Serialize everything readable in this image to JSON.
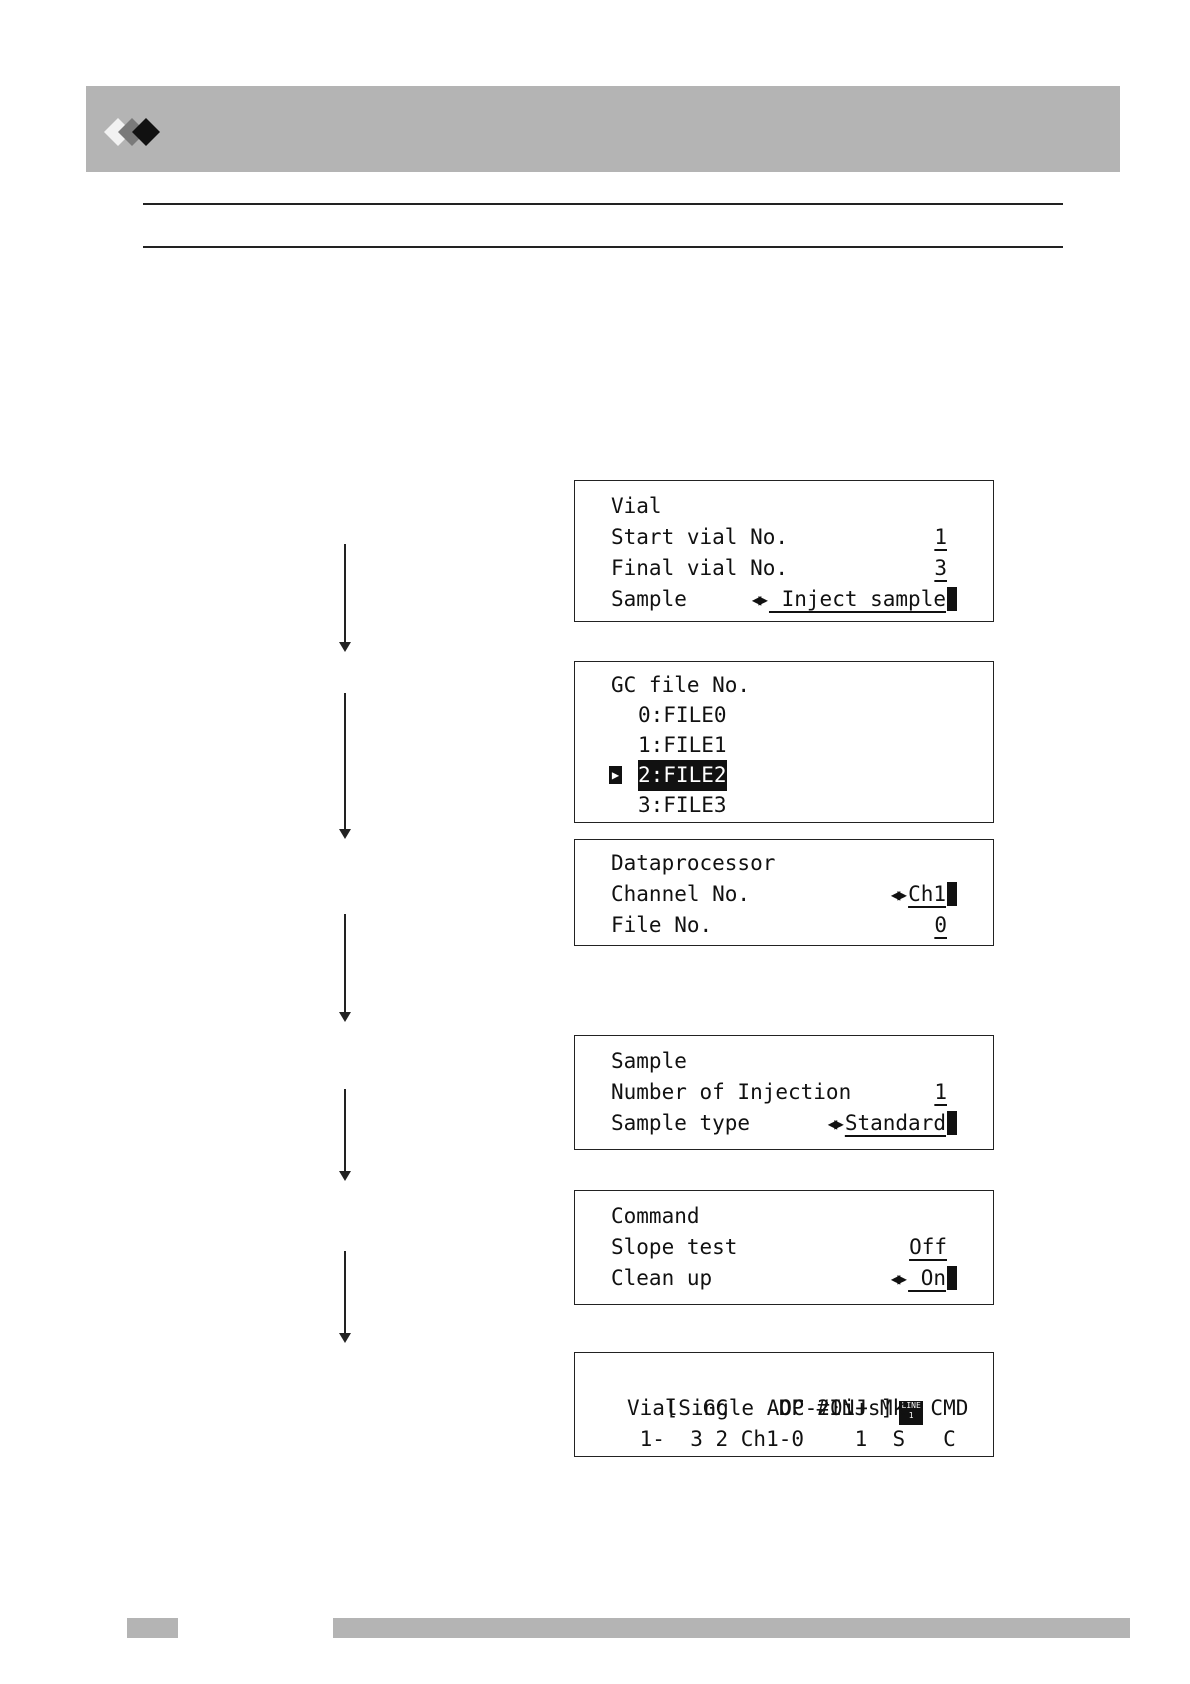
{
  "screens": {
    "vial": {
      "title": "Vial",
      "start_label": "Start vial No.",
      "start_value": "1",
      "final_label": "Final vial No.",
      "final_value": "3",
      "sample_label": "Sample",
      "sample_value": " Inject sample"
    },
    "gcfile": {
      "title": "GC file No.",
      "files": [
        "0:FILE0",
        "1:FILE1",
        "2:FILE2",
        "3:FILE3"
      ]
    },
    "dataproc": {
      "title": "Dataprocessor",
      "channel_label": "Channel No.",
      "channel_value": "Ch1",
      "file_label": "File No.",
      "file_value": "0"
    },
    "sample": {
      "title": "Sample",
      "injection_label": "Number of Injection",
      "injection_value": "1",
      "type_label": "Sample type",
      "type_value": "Standard"
    },
    "command": {
      "title": "Command",
      "slope_label": "Slope test",
      "slope_value": "Off",
      "clean_label": "Clean up",
      "clean_value": " On"
    },
    "summary": {
      "title": "[Single AOC-20i+s]",
      "badge_top": "LINE",
      "badge_num": "1",
      "header_row": "Vial  GC    DP #INJ Mk  CMD",
      "data_row": " 1-  3 2 Ch1-0    1  S   C"
    }
  }
}
